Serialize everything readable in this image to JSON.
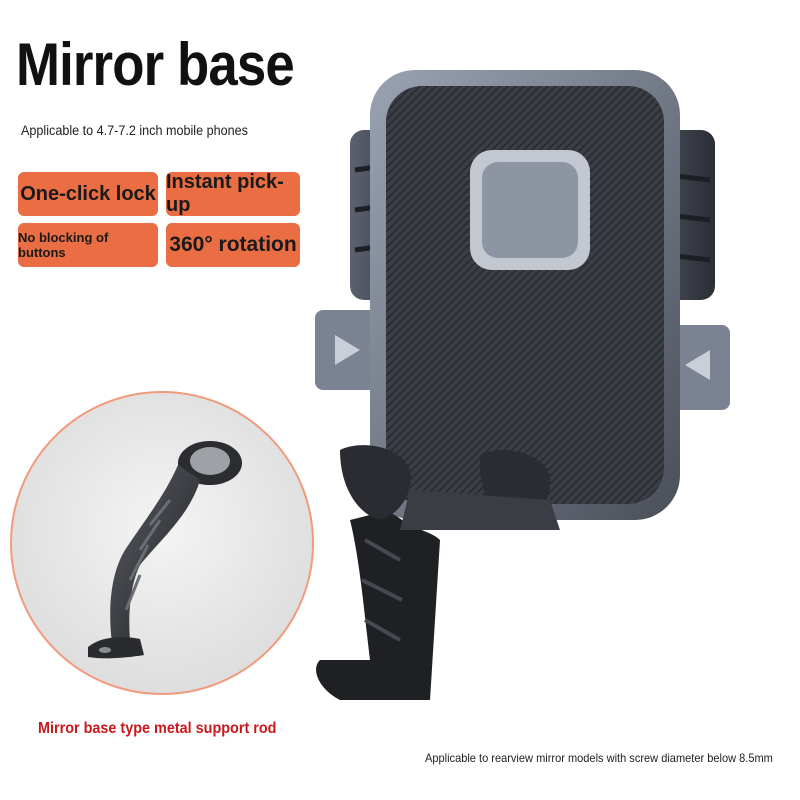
{
  "title": "Mirror base",
  "subtitle": "Applicable to 4.7-7.2 inch mobile phones",
  "features": [
    "One-click lock",
    "Instant pick-up",
    "No blocking of buttons",
    "360° rotation"
  ],
  "inset_caption": "Mirror base type metal support rod",
  "footnote": "Applicable to rearview mirror models with screw diameter below 8.5mm",
  "colors": {
    "badge_bg": "#ea6d43",
    "caption_red": "#c9191c",
    "circle_border": "#f19a7c",
    "holder_body": "#3a3d44",
    "holder_frame": "#8a93a3"
  }
}
